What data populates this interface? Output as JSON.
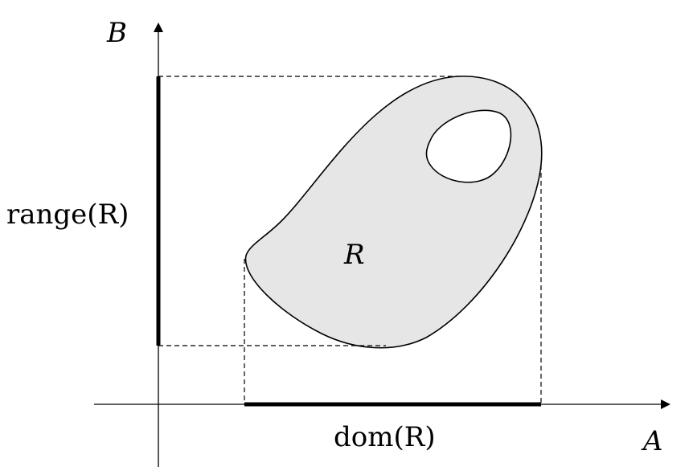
{
  "labels": {
    "y_axis": "B",
    "x_axis": "A",
    "range": "range(R)",
    "domain": "dom(R)",
    "region": "R"
  },
  "colors": {
    "region_fill": "#e6e6e6",
    "stroke": "#000000"
  }
}
